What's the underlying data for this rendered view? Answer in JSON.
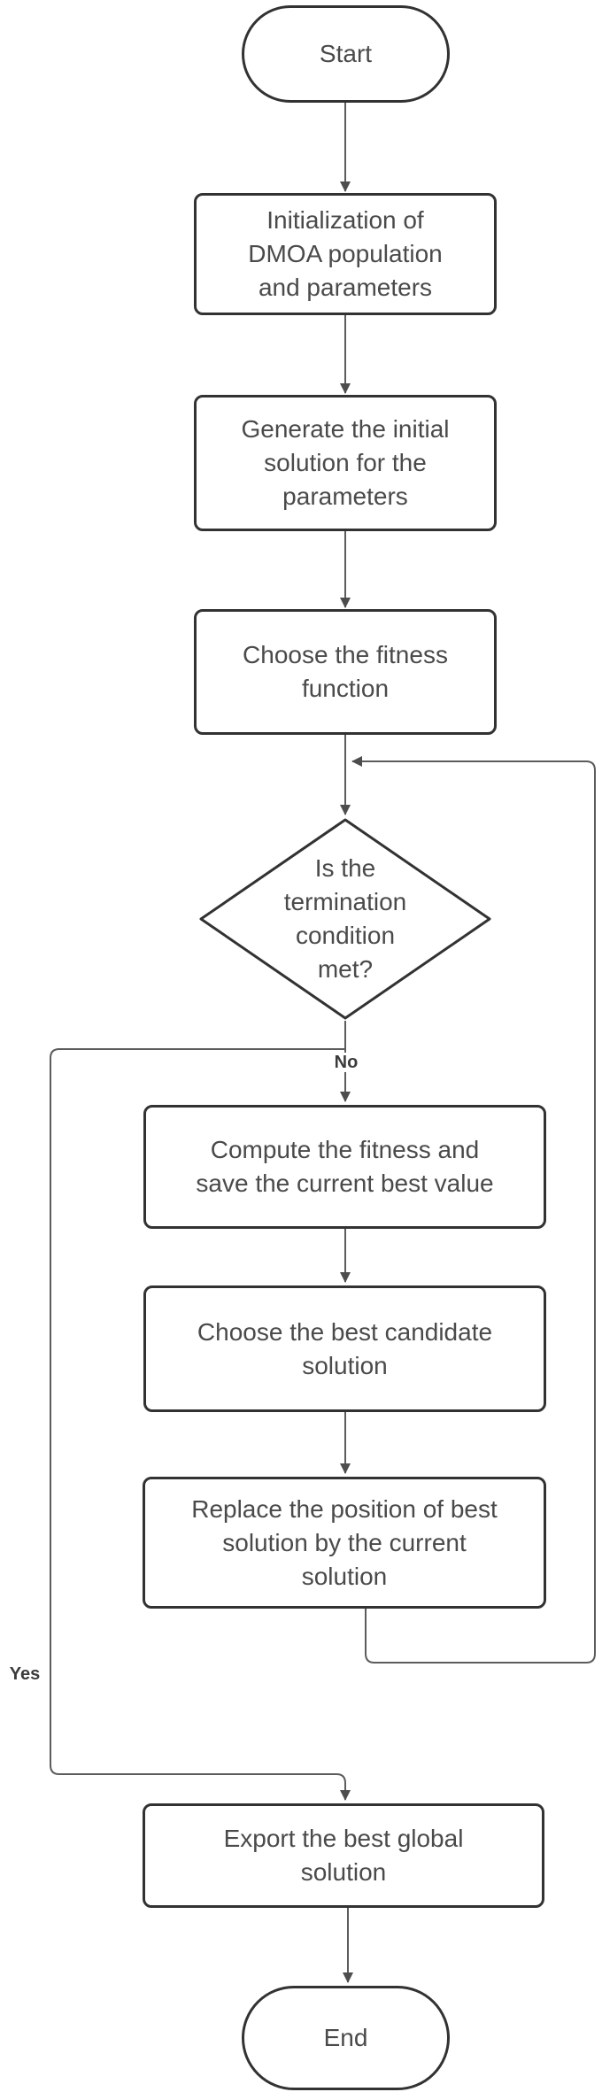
{
  "flowchart": {
    "nodes": {
      "start": {
        "shape": "terminator",
        "label": "Start"
      },
      "initialization": {
        "shape": "process",
        "label": "Initialization of\nDMOA population\nand parameters"
      },
      "generate": {
        "shape": "process",
        "label": "Generate the initial\nsolution for the\nparameters"
      },
      "choose_fitness": {
        "shape": "process",
        "label": "Choose the fitness\nfunction"
      },
      "decision": {
        "shape": "decision",
        "label": "Is the\ntermination\ncondition\nmet?"
      },
      "compute": {
        "shape": "process",
        "label": "Compute the fitness and\nsave the current best value"
      },
      "choose_candidate": {
        "shape": "process",
        "label": "Choose the best candidate\nsolution"
      },
      "replace": {
        "shape": "process",
        "label": "Replace the position of best\nsolution by the current\nsolution"
      },
      "export": {
        "shape": "process",
        "label": "Export the best global\nsolution"
      },
      "end": {
        "shape": "terminator",
        "label": "End"
      }
    },
    "edge_labels": {
      "no": "No",
      "yes": "Yes"
    },
    "edges": [
      {
        "from": "start",
        "to": "initialization"
      },
      {
        "from": "initialization",
        "to": "generate"
      },
      {
        "from": "generate",
        "to": "choose_fitness"
      },
      {
        "from": "choose_fitness",
        "to": "decision"
      },
      {
        "from": "decision",
        "to": "compute",
        "label": "No"
      },
      {
        "from": "compute",
        "to": "choose_candidate"
      },
      {
        "from": "choose_candidate",
        "to": "replace"
      },
      {
        "from": "replace",
        "to": "decision"
      },
      {
        "from": "decision",
        "to": "export",
        "label": "Yes"
      },
      {
        "from": "export",
        "to": "end"
      }
    ],
    "colors": {
      "background": "#ffffff",
      "shape_border": "#323232",
      "shape_fill": "#ffffff",
      "text": "#4a4a4a",
      "connector": "#5c5c5c",
      "arrowhead": "#4d4d4d",
      "edge_label": "#3b3b3b"
    }
  }
}
